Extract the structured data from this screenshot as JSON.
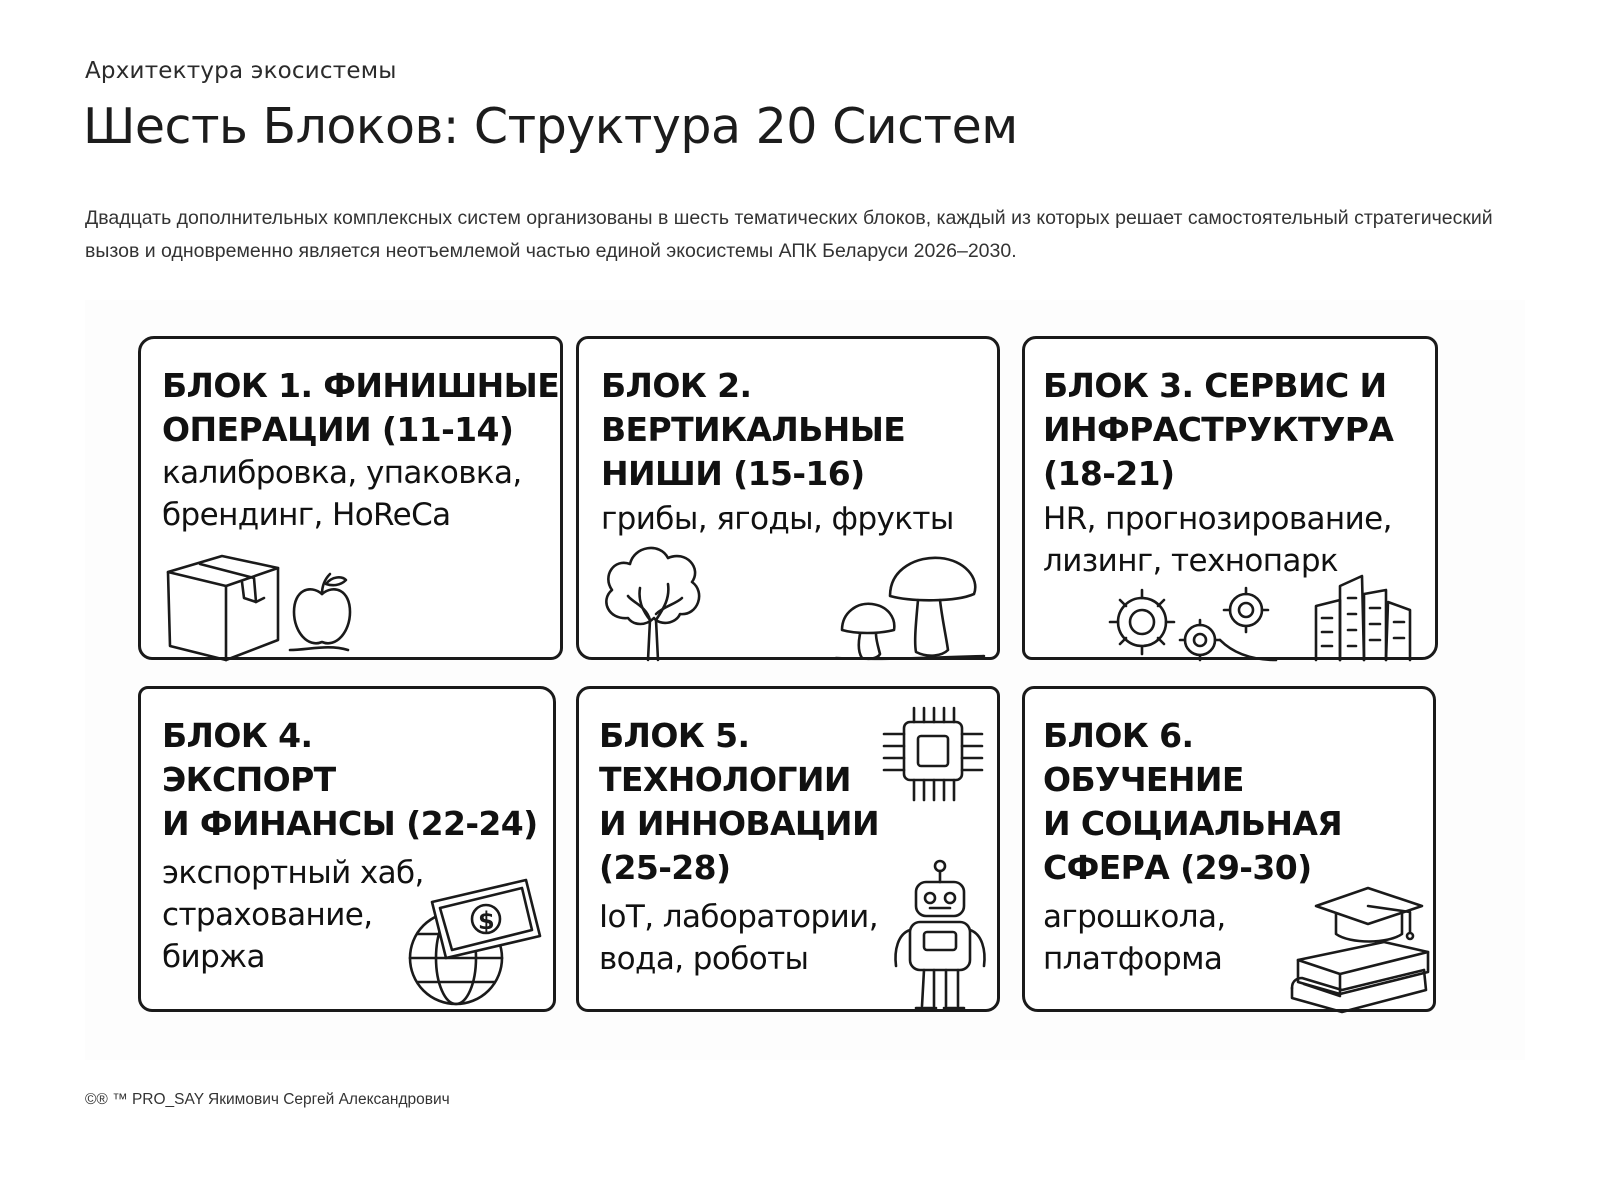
{
  "header": {
    "kicker": "Архитектура экосистемы",
    "title": "Шесть Блоков: Структура 20 Систем",
    "description": "Двадцать дополнительных комплексных систем организованы в шесть тематических блоков, каждый из которых решает самостоятельный стратегический вызов и одновременно является неотъемлемой частью единой экосистемы АПК Беларуси 2026–2030."
  },
  "blocks": [
    {
      "title": "БЛОК 1. ФИНИШНЫЕ\nОПЕРАЦИИ (11-14)",
      "subtitle": "калибровка, упаковка,\nбрендинг, HoReCa",
      "icons": [
        "box-icon",
        "apple-icon"
      ]
    },
    {
      "title": "БЛОК 2.\nВЕРТИКАЛЬНЫЕ\nНИШИ (15-16)",
      "subtitle": "грибы, ягоды, фрукты",
      "icons": [
        "tree-icon",
        "mushroom-icon"
      ]
    },
    {
      "title": "БЛОК 3. СЕРВИС И\nИНФРАСТРУКТУРА\n(18-21)",
      "subtitle": "HR, прогнозирование,\nлизинг, технопарк",
      "icons": [
        "gears-icon",
        "buildings-icon"
      ]
    },
    {
      "title": "БЛОК 4.\nЭКСПОРТ\nИ ФИНАНСЫ (22-24)",
      "subtitle": "экспортный хаб,\nстрахование,\nбиржа",
      "icons": [
        "globe-icon",
        "banknote-icon"
      ]
    },
    {
      "title": "БЛОК 5.\nТЕХНОЛОГИИ\nИ ИННОВАЦИИ\n(25-28)",
      "subtitle": "IoT, лаборатории,\nвода, роботы",
      "icons": [
        "chip-icon",
        "robot-icon"
      ]
    },
    {
      "title": "БЛОК 6.\nОБУЧЕНИЕ\nИ СОЦИАЛЬНАЯ\nСФЕРА (29-30)",
      "subtitle": "агрошкола,\nплатформа",
      "icons": [
        "graduation-cap-icon",
        "books-icon"
      ]
    }
  ],
  "footer": {
    "copyright": "©® ™ PRO_SAY Якимович Сергей Александрович"
  }
}
